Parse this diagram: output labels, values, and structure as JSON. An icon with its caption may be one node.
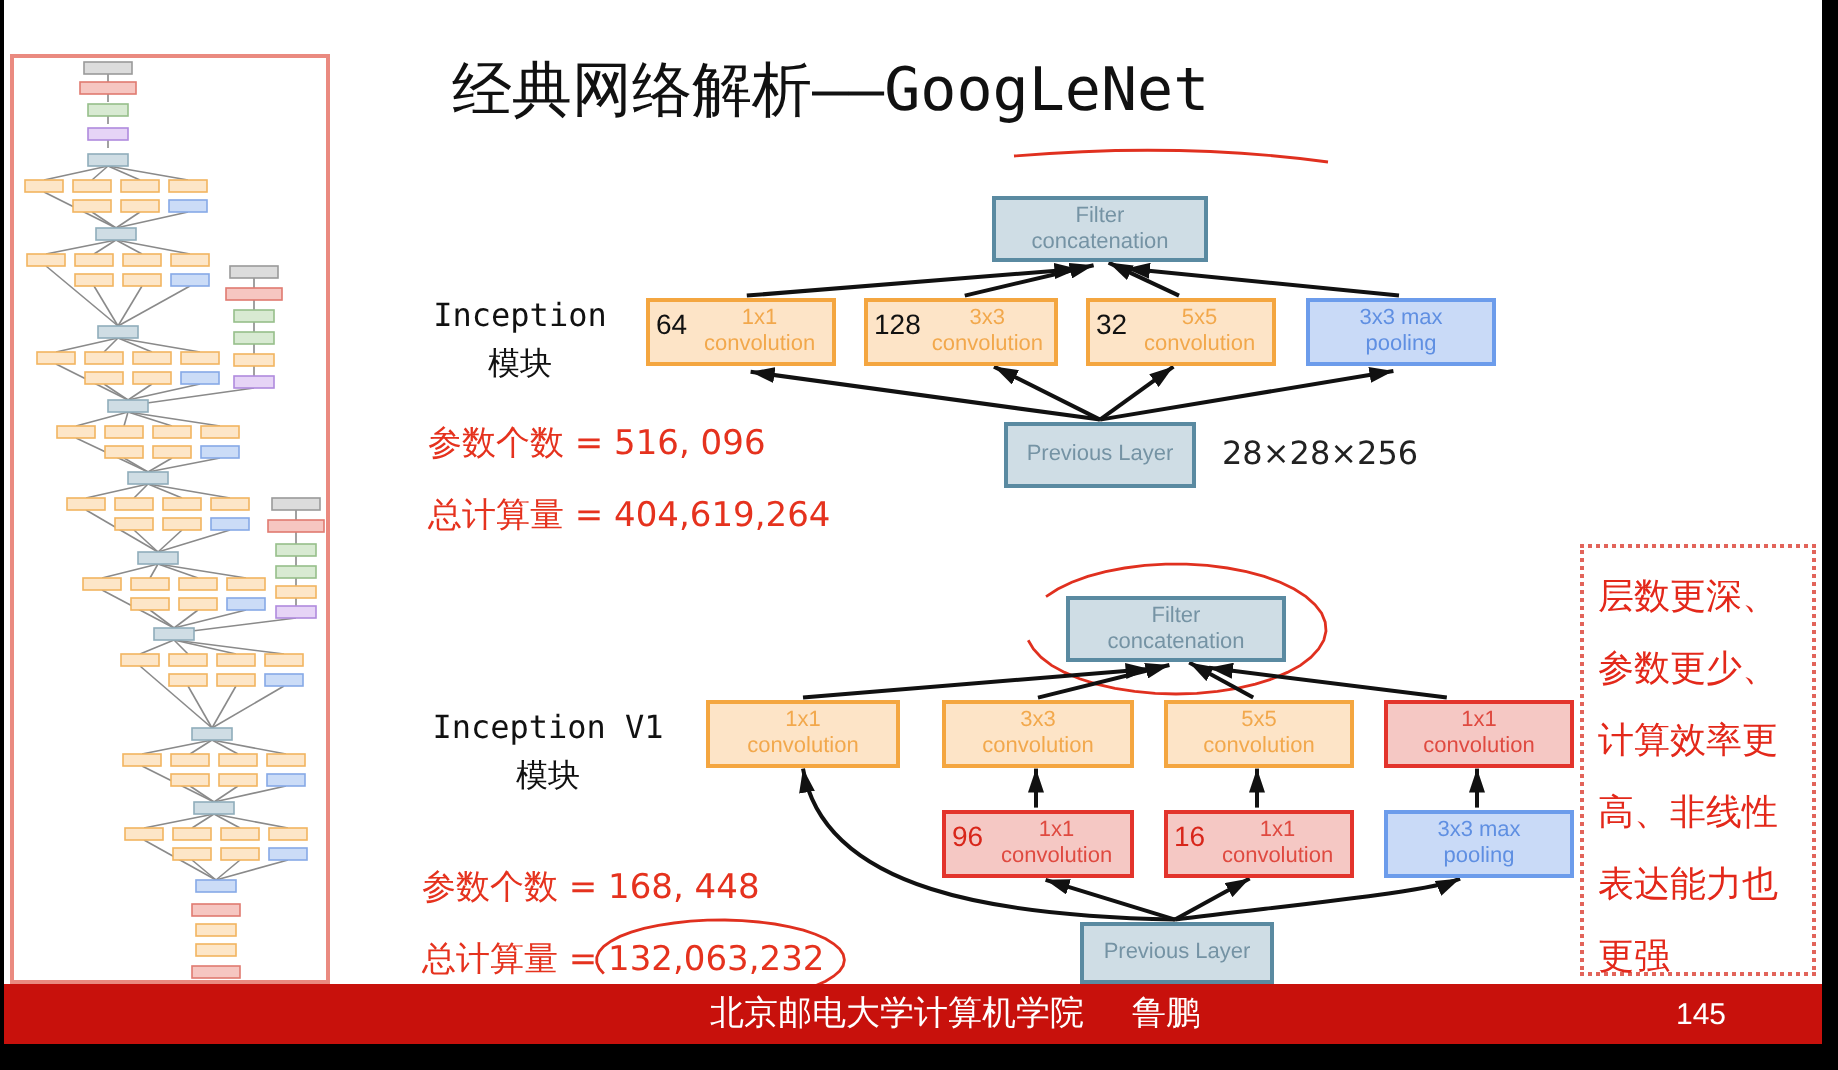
{
  "diagram": {
    "title": "经典网络解析——GoogLeNet",
    "nodes": [
      {
        "text": [
          "Filter concatenation"
        ]
      },
      {
        "text": [
          "64",
          "1x1 convolution"
        ]
      },
      {
        "text": [
          "128",
          "3x3 convolution"
        ]
      },
      {
        "text": [
          "32",
          "5x5 convolution"
        ]
      },
      {
        "text": [
          "3x3 max pooling"
        ]
      },
      {
        "text": [
          "Previous Layer"
        ],
        "beside": [
          "28×28×256"
        ]
      },
      {
        "text": [
          "Filter concatenation"
        ]
      },
      {
        "text": [
          "1x1 convolution"
        ]
      },
      {
        "text": [
          "3x3 convolution"
        ]
      },
      {
        "text": [
          "5x5 convolution"
        ]
      },
      {
        "text": [
          "1x1 convolution"
        ]
      },
      {
        "text": [
          "96",
          "1x1 convolution"
        ]
      },
      {
        "text": [
          "16",
          "1x1 convolution"
        ]
      },
      {
        "text": [
          "3x3 max pooling"
        ]
      },
      {
        "text": [
          "Previous Layer"
        ]
      },
      {
        "text": [
          "层数更深、参数更少、计算效率更高、非线性表达能力也更强"
        ]
      }
    ],
    "edges": [
      {
        "from": 5,
        "to": 1,
        "arrow": "to"
      },
      {
        "from": 5,
        "to": 2,
        "arrow": "to"
      },
      {
        "from": 5,
        "to": 3,
        "arrow": "to"
      },
      {
        "from": 5,
        "to": 4,
        "arrow": "to"
      },
      {
        "from": 1,
        "to": 0,
        "arrow": "to"
      },
      {
        "from": 2,
        "to": 0,
        "arrow": "to"
      },
      {
        "from": 3,
        "to": 0,
        "arrow": "to"
      },
      {
        "from": 4,
        "to": 0,
        "arrow": "to"
      },
      {
        "from": 14,
        "to": 7,
        "arrow": "to"
      },
      {
        "from": 14,
        "to": 11,
        "arrow": "to"
      },
      {
        "from": 14,
        "to": 12,
        "arrow": "to"
      },
      {
        "from": 14,
        "to": 13,
        "arrow": "to"
      },
      {
        "from": 11,
        "to": 8,
        "arrow": "to"
      },
      {
        "from": 12,
        "to": 9,
        "arrow": "to"
      },
      {
        "from": 13,
        "to": 10,
        "arrow": "to"
      },
      {
        "from": 7,
        "to": 6,
        "arrow": "to"
      },
      {
        "from": 8,
        "to": 6,
        "arrow": "to"
      },
      {
        "from": 9,
        "to": 6,
        "arrow": "to"
      },
      {
        "from": 10,
        "to": 6,
        "arrow": "to"
      }
    ],
    "labels": [
      "Inception 模块",
      "参数个数 = 516, 096",
      "总计算量 = 404,619,264",
      "Inception V1 模块",
      "参数个数 = 168, 448",
      "总计算量 = 132,063,232",
      "北京邮电大学计算机学院",
      "鲁鹏",
      "145"
    ]
  }
}
